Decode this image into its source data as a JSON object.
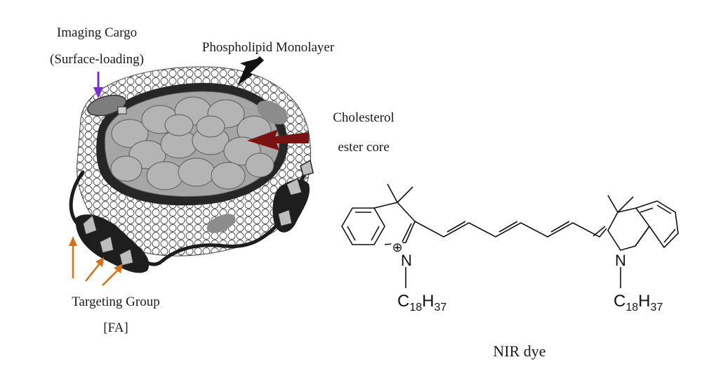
{
  "labels": {
    "imaging_cargo": "Imaging Cargo",
    "surface_loading": "(Surface-loading)",
    "phospholipid": "Phospholipid Monolayer",
    "cholesterol": "Cholesterol",
    "ester_core": "ester core",
    "targeting": "Targeting Group",
    "fa": "[FA]",
    "nir_dye": "NIR dye"
  },
  "molecule": {
    "nitrogen": "N",
    "charge": "⊕",
    "chain_left": {
      "c": "C",
      "c_sub": "18",
      "h": "H",
      "h_sub": "37"
    },
    "chain_right": {
      "c": "C",
      "c_sub": "18",
      "h": "H",
      "h_sub": "37"
    }
  },
  "colors": {
    "imaging_arrow": "#7b2fd1",
    "phospholipid_arrow": "#111111",
    "cholesterol_arrow": "#7a1212",
    "targeting_arrows": "#d2701c"
  }
}
